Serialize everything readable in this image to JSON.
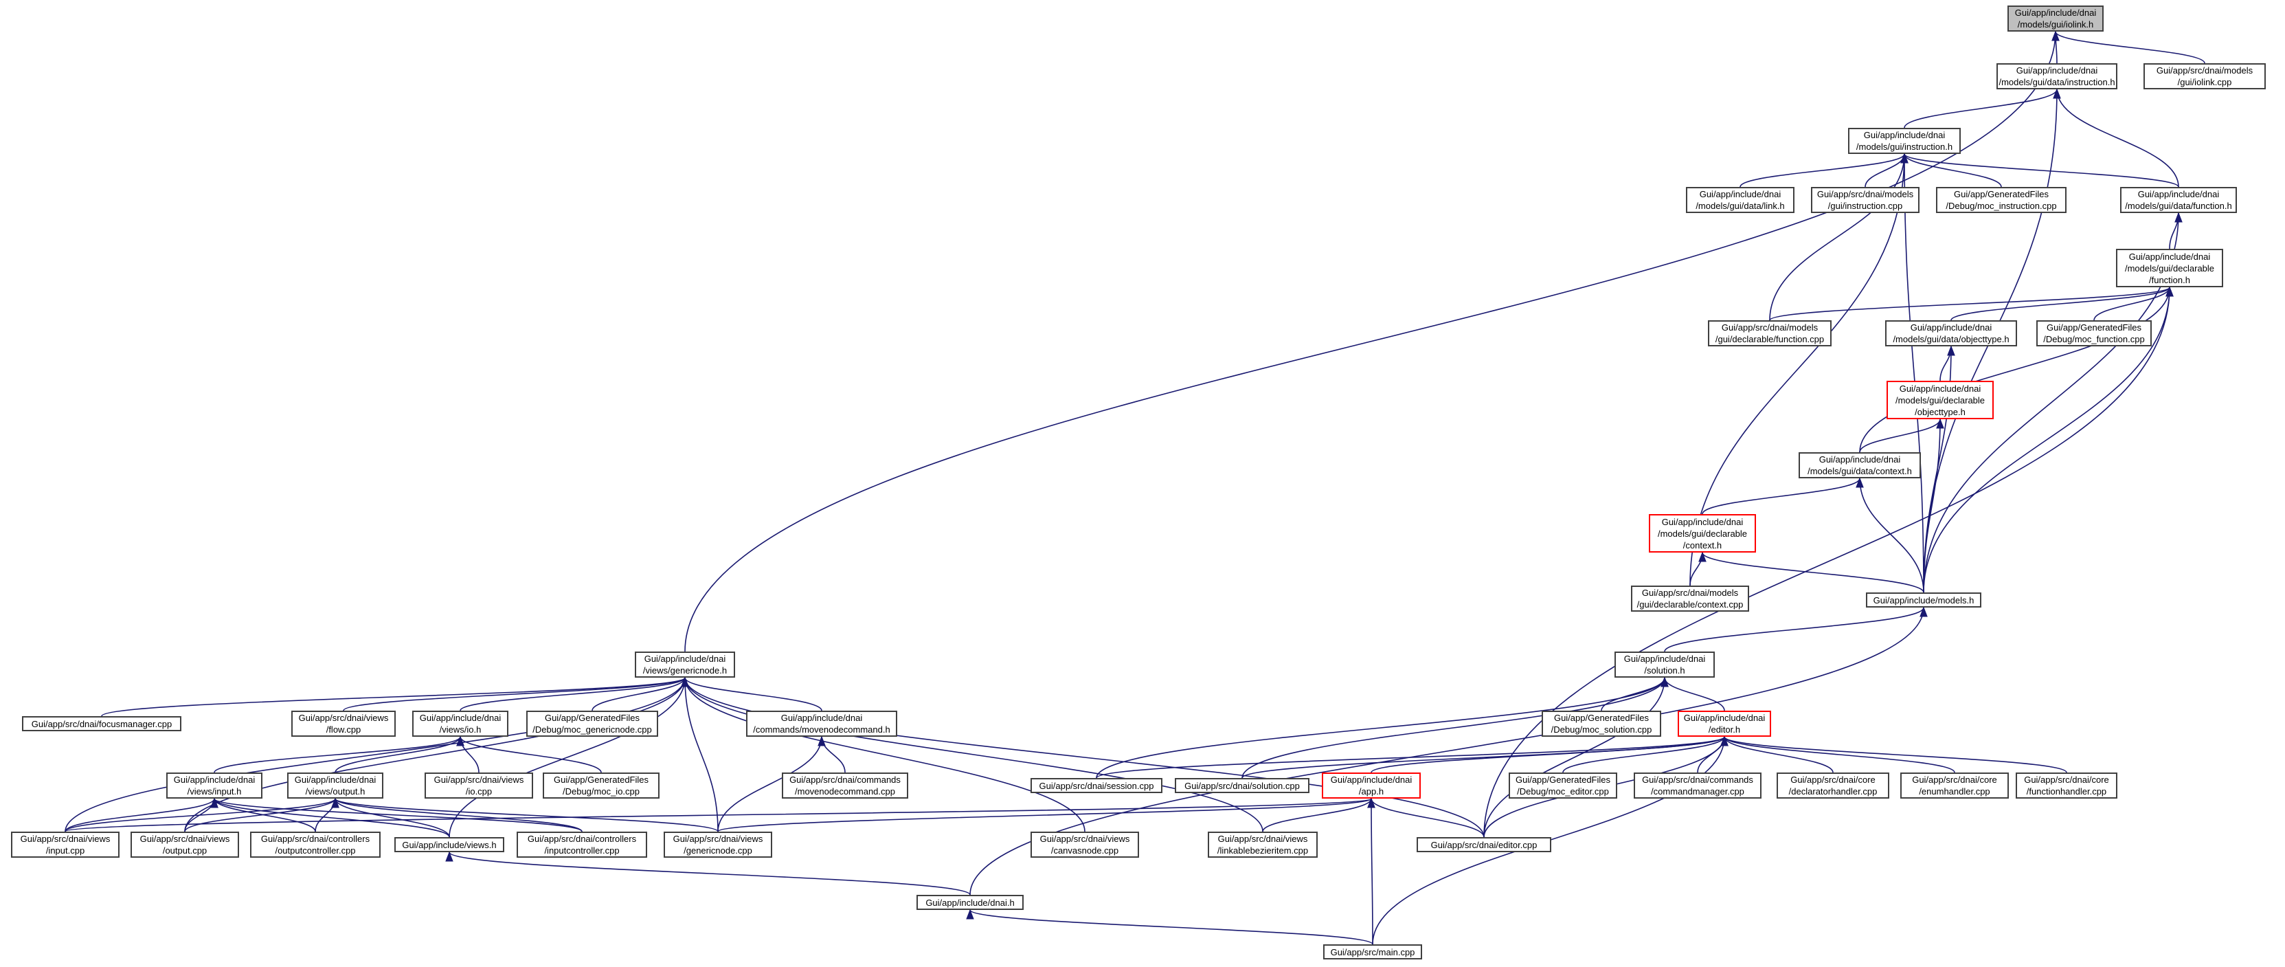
{
  "colors": {
    "edge": "#191970",
    "border": "#404040",
    "truncated_border": "#ff0000",
    "root_fill": "#bfbfbf"
  },
  "nodes": {
    "iolink_h": "Gui/app/include/dnai\n/models/gui/iolink.h",
    "iolink_cpp": "Gui/app/src/dnai/models\n/gui/iolink.cpp",
    "data_instruction_h": "Gui/app/include/dnai\n/models/gui/data/instruction.h",
    "gui_instruction_h": "Gui/app/include/dnai\n/models/gui/instruction.h",
    "data_link_h": "Gui/app/include/dnai\n/models/gui/data/link.h",
    "instruction_cpp": "Gui/app/src/dnai/models\n/gui/instruction.cpp",
    "moc_instruction_cpp": "Gui/app/GeneratedFiles\n/Debug/moc_instruction.cpp",
    "data_function_h": "Gui/app/include/dnai\n/models/gui/data/function.h",
    "declarable_function_h": "Gui/app/include/dnai\n/models/gui/declarable\n/function.h",
    "declarable_function_cpp": "Gui/app/src/dnai/models\n/gui/declarable/function.cpp",
    "data_objecttype_h": "Gui/app/include/dnai\n/models/gui/data/objecttype.h",
    "moc_function_cpp": "Gui/app/GeneratedFiles\n/Debug/moc_function.cpp",
    "declarable_objecttype_h": "Gui/app/include/dnai\n/models/gui/declarable\n/objecttype.h",
    "data_context_h": "Gui/app/include/dnai\n/models/gui/data/context.h",
    "declarable_context_h": "Gui/app/include/dnai\n/models/gui/declarable\n/context.h",
    "declarable_context_cpp": "Gui/app/src/dnai/models\n/gui/declarable/context.cpp",
    "models_h": "Gui/app/include/models.h",
    "genericnode_h": "Gui/app/include/dnai\n/views/genericnode.h",
    "solution_h": "Gui/app/include/dnai\n/solution.h",
    "focusmanager_cpp": "Gui/app/src/dnai/focusmanager.cpp",
    "flow_cpp": "Gui/app/src/dnai/views\n/flow.cpp",
    "views_io_h": "Gui/app/include/dnai\n/views/io.h",
    "moc_genericnode_cpp": "Gui/app/GeneratedFiles\n/Debug/moc_genericnode.cpp",
    "movenodecommand_h": "Gui/app/include/dnai\n/commands/movenodecommand.h",
    "moc_solution_cpp": "Gui/app/GeneratedFiles\n/Debug/moc_solution.cpp",
    "editor_h": "Gui/app/include/dnai\n/editor.h",
    "io_cpp": "Gui/app/src/dnai/views\n/io.cpp",
    "moc_io_cpp": "Gui/app/GeneratedFiles\n/Debug/moc_io.cpp",
    "movenodecommand_cpp": "Gui/app/src/dnai/commands\n/movenodecommand.cpp",
    "views_input_h": "Gui/app/include/dnai\n/views/input.h",
    "views_output_h": "Gui/app/include/dnai\n/views/output.h",
    "session_cpp": "Gui/app/src/dnai/session.cpp",
    "solution_cpp": "Gui/app/src/dnai/solution.cpp",
    "app_h": "Gui/app/include/dnai\n/app.h",
    "moc_editor_cpp": "Gui/app/GeneratedFiles\n/Debug/moc_editor.cpp",
    "commandmanager_cpp": "Gui/app/src/dnai/commands\n/commandmanager.cpp",
    "declaratorhandler_cpp": "Gui/app/src/dnai/core\n/declaratorhandler.cpp",
    "enumhandler_cpp": "Gui/app/src/dnai/core\n/enumhandler.cpp",
    "functionhandler_cpp": "Gui/app/src/dnai/core\n/functionhandler.cpp",
    "input_cpp": "Gui/app/src/dnai/views\n/input.cpp",
    "output_cpp": "Gui/app/src/dnai/views\n/output.cpp",
    "outputcontroller_cpp": "Gui/app/src/dnai/controllers\n/outputcontroller.cpp",
    "views_h": "Gui/app/include/views.h",
    "inputcontroller_cpp": "Gui/app/src/dnai/controllers\n/inputcontroller.cpp",
    "genericnode_cpp": "Gui/app/src/dnai/views\n/genericnode.cpp",
    "canvasnode_cpp": "Gui/app/src/dnai/views\n/canvasnode.cpp",
    "linkablebezieritem_cpp": "Gui/app/src/dnai/views\n/linkablebezieritem.cpp",
    "editor_cpp": "Gui/app/src/dnai/editor.cpp",
    "dnai_h": "Gui/app/include/dnai.h",
    "main_cpp": "Gui/app/src/main.cpp"
  }
}
